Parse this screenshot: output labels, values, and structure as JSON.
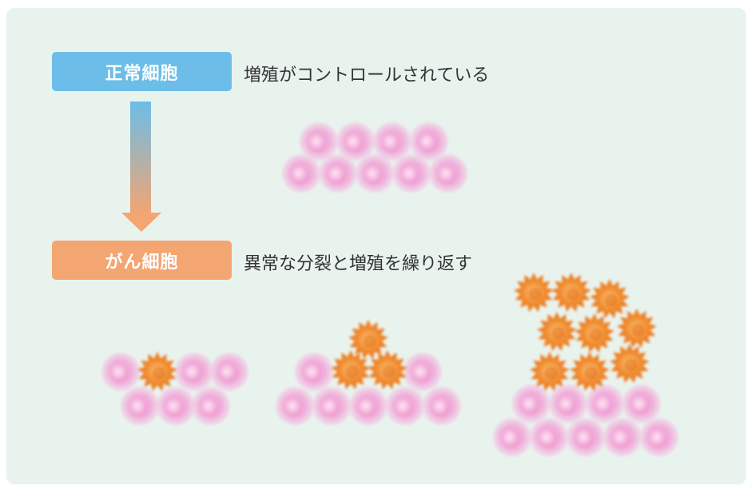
{
  "normal": {
    "label": "正常細胞",
    "description": "増殖がコントロールされている"
  },
  "cancer": {
    "label": "がん細胞",
    "description": "異常な分裂と増殖を繰り返す"
  },
  "colors": {
    "panel_bg": "#e9f3ee",
    "normal_accent": "#6cbde8",
    "cancer_accent": "#f3a572",
    "normal_cell": "#f2b3dd",
    "cancer_cell": "#f08a2c"
  }
}
